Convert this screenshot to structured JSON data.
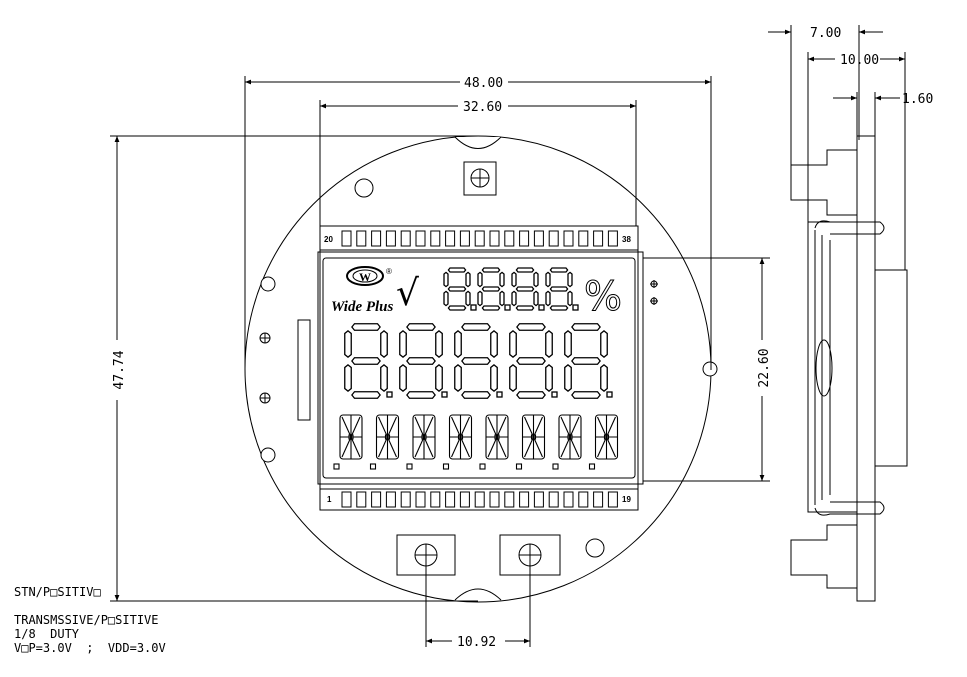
{
  "dimensions": {
    "overall_width": "48.00",
    "viewing_width": "32.60",
    "overall_height": "47.74",
    "viewing_height": "22.60",
    "hole_spacing": "10.92",
    "side_depth": "7.00",
    "side_total": "10.00",
    "glass_thickness": "1.60"
  },
  "pins": {
    "top_left": "20",
    "top_right": "38",
    "bottom_left": "1",
    "bottom_right": "19"
  },
  "lcd": {
    "logo_text": "Wide Plus",
    "logo_letter": "W",
    "registered": "®",
    "sqrt_symbol": "√",
    "top_digits": "8.8.8.8",
    "percent": "%",
    "big_digits": "8.8.8.8.8",
    "star_glyph": "✳"
  },
  "notes": {
    "line1": "STN/P□SITIV□",
    "line2": "TRANSMSSIVE/P□SITIVE",
    "line3": "1/8  DUTY",
    "line4": "V□P=3.0V  ;  VDD=3.0V"
  }
}
